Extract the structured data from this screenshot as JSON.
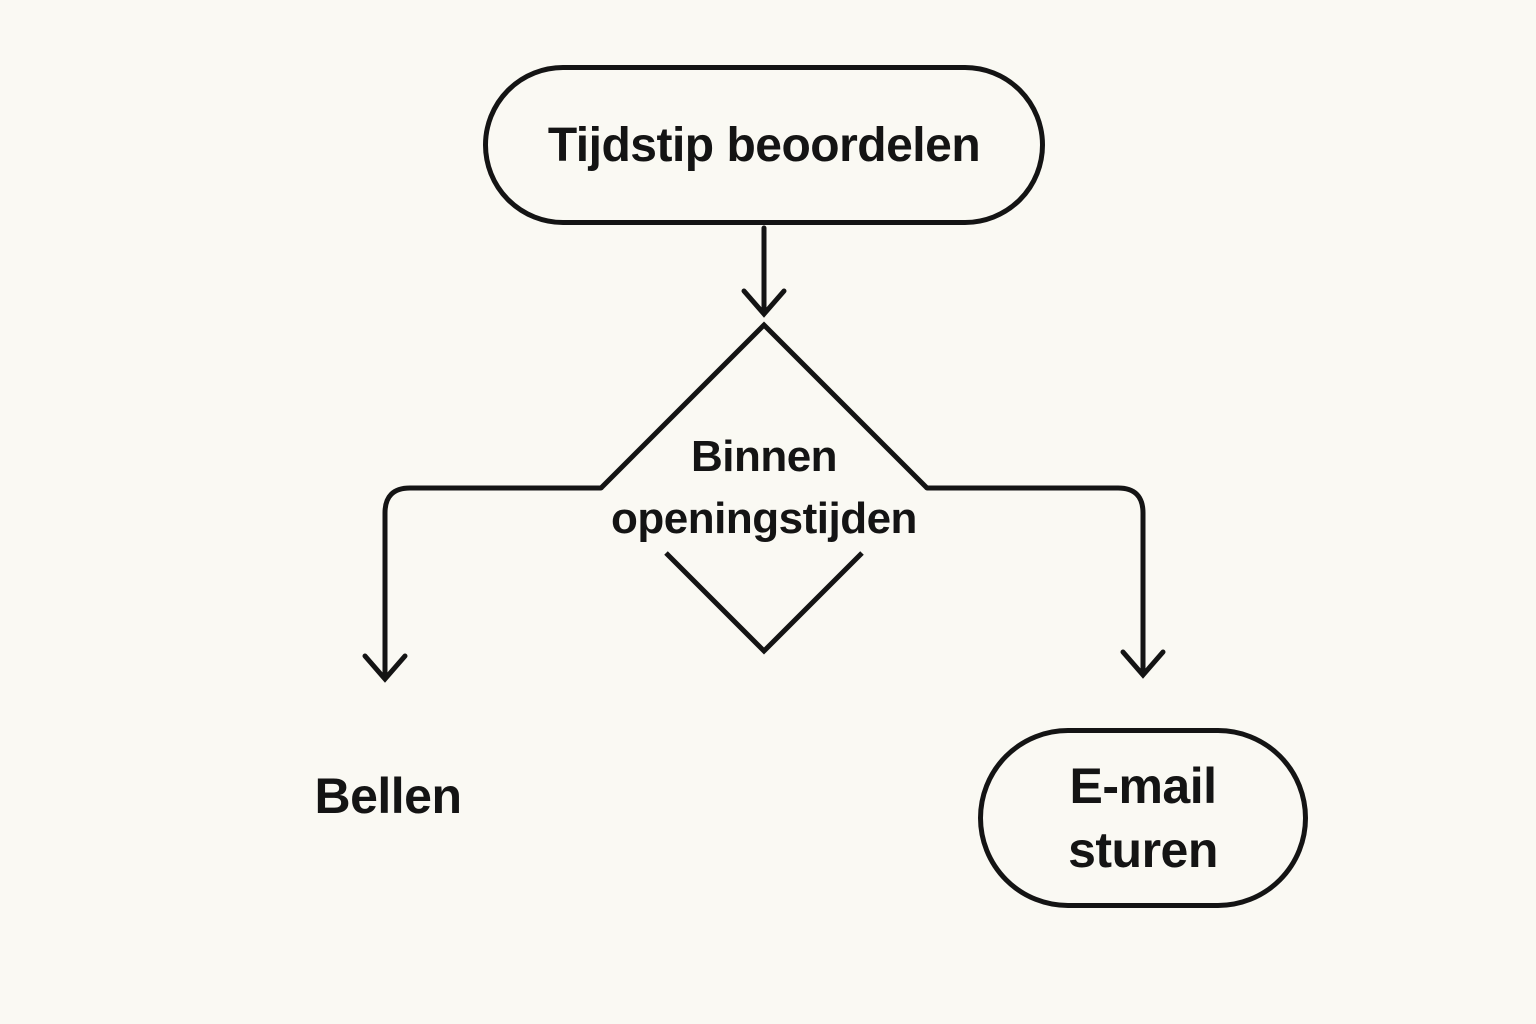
{
  "theme": {
    "bg": "#faf9f3",
    "ink": "#141414"
  },
  "flowchart": {
    "nodes": {
      "start": {
        "id": "start",
        "type": "terminator",
        "label": "Tijdstip beoordelen"
      },
      "decision": {
        "id": "decision",
        "type": "decision",
        "label": "Binnen openingstijden",
        "line1": "Binnen",
        "line2": "openingstijden"
      },
      "call": {
        "id": "call",
        "type": "text-outcome",
        "label": "Bellen"
      },
      "email": {
        "id": "email",
        "type": "terminator",
        "label": "E-mail sturen",
        "line1": "E-mail",
        "line2": "sturen"
      }
    },
    "edges": [
      {
        "from": "start",
        "to": "decision"
      },
      {
        "from": "decision",
        "to": "call"
      },
      {
        "from": "decision",
        "to": "email"
      }
    ]
  }
}
